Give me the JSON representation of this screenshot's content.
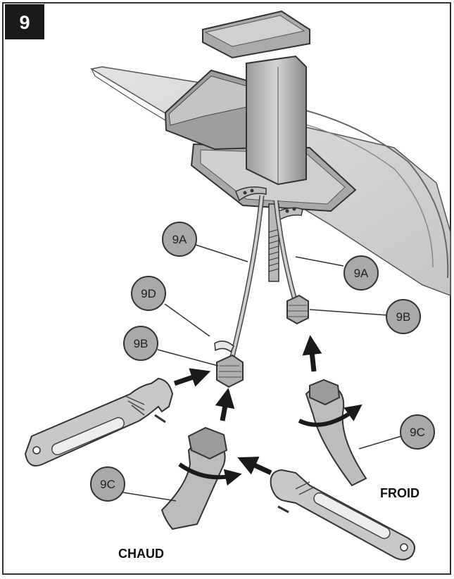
{
  "step": {
    "number": "9"
  },
  "callouts": {
    "supply_line_left": "9A",
    "supply_line_right": "9A",
    "nut_left": "9B",
    "nut_right": "9B",
    "hose_right": "9C",
    "hose_left": "9C",
    "tape": "9D"
  },
  "temperature": {
    "hot": "CHAUD",
    "cold": "FROID"
  },
  "colors": {
    "frame": "#333333",
    "badge": "#1a1a1a",
    "callout_fill": "#a9a9a9",
    "metal": "#bdbdbd",
    "dark_metal": "#6e6e6e",
    "line": "#2b2b2b"
  }
}
